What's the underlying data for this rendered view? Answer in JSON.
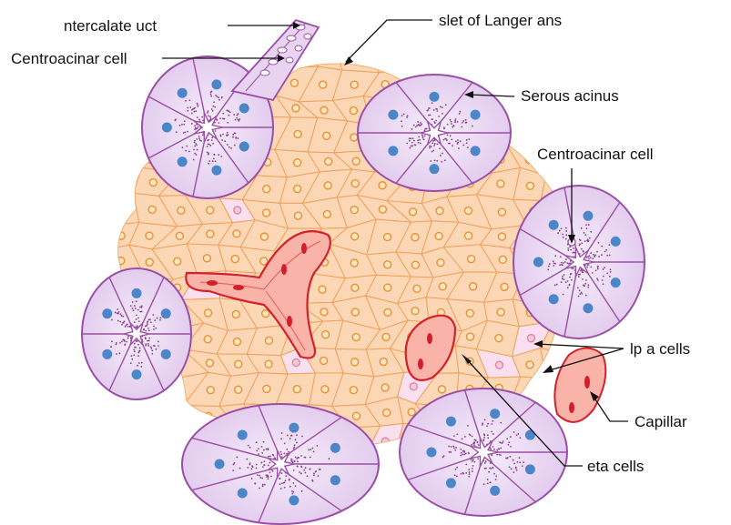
{
  "labels": {
    "intercalated_duct": "ntercalate     uct",
    "centroacinar_cell_top": "Centroacinar cell",
    "islet_of_langerhans": "slet of Langer  ans",
    "serous_acinus": "Serous acinus",
    "centroacinar_cell_right": "Centroacinar cell",
    "alpha_cells": "lp   a cells",
    "capillary": "Capillar",
    "beta_cells": "eta cells"
  },
  "colors": {
    "islet_cell_fill": "#fcd7b6",
    "islet_cell_stroke": "#f0a058",
    "islet_nucleus": "#e9912f",
    "alpha_cell_fill": "#f9dff0",
    "acinus_fill": "#ead9f2",
    "acinus_stroke": "#9b4ea6",
    "acinus_nucleus": "#4a86c8",
    "zymogen_granule": "#8a3d8e",
    "capillary_fill": "#f7a9a0",
    "capillary_stroke": "#d4202a",
    "rbc": "#d41f2a"
  }
}
